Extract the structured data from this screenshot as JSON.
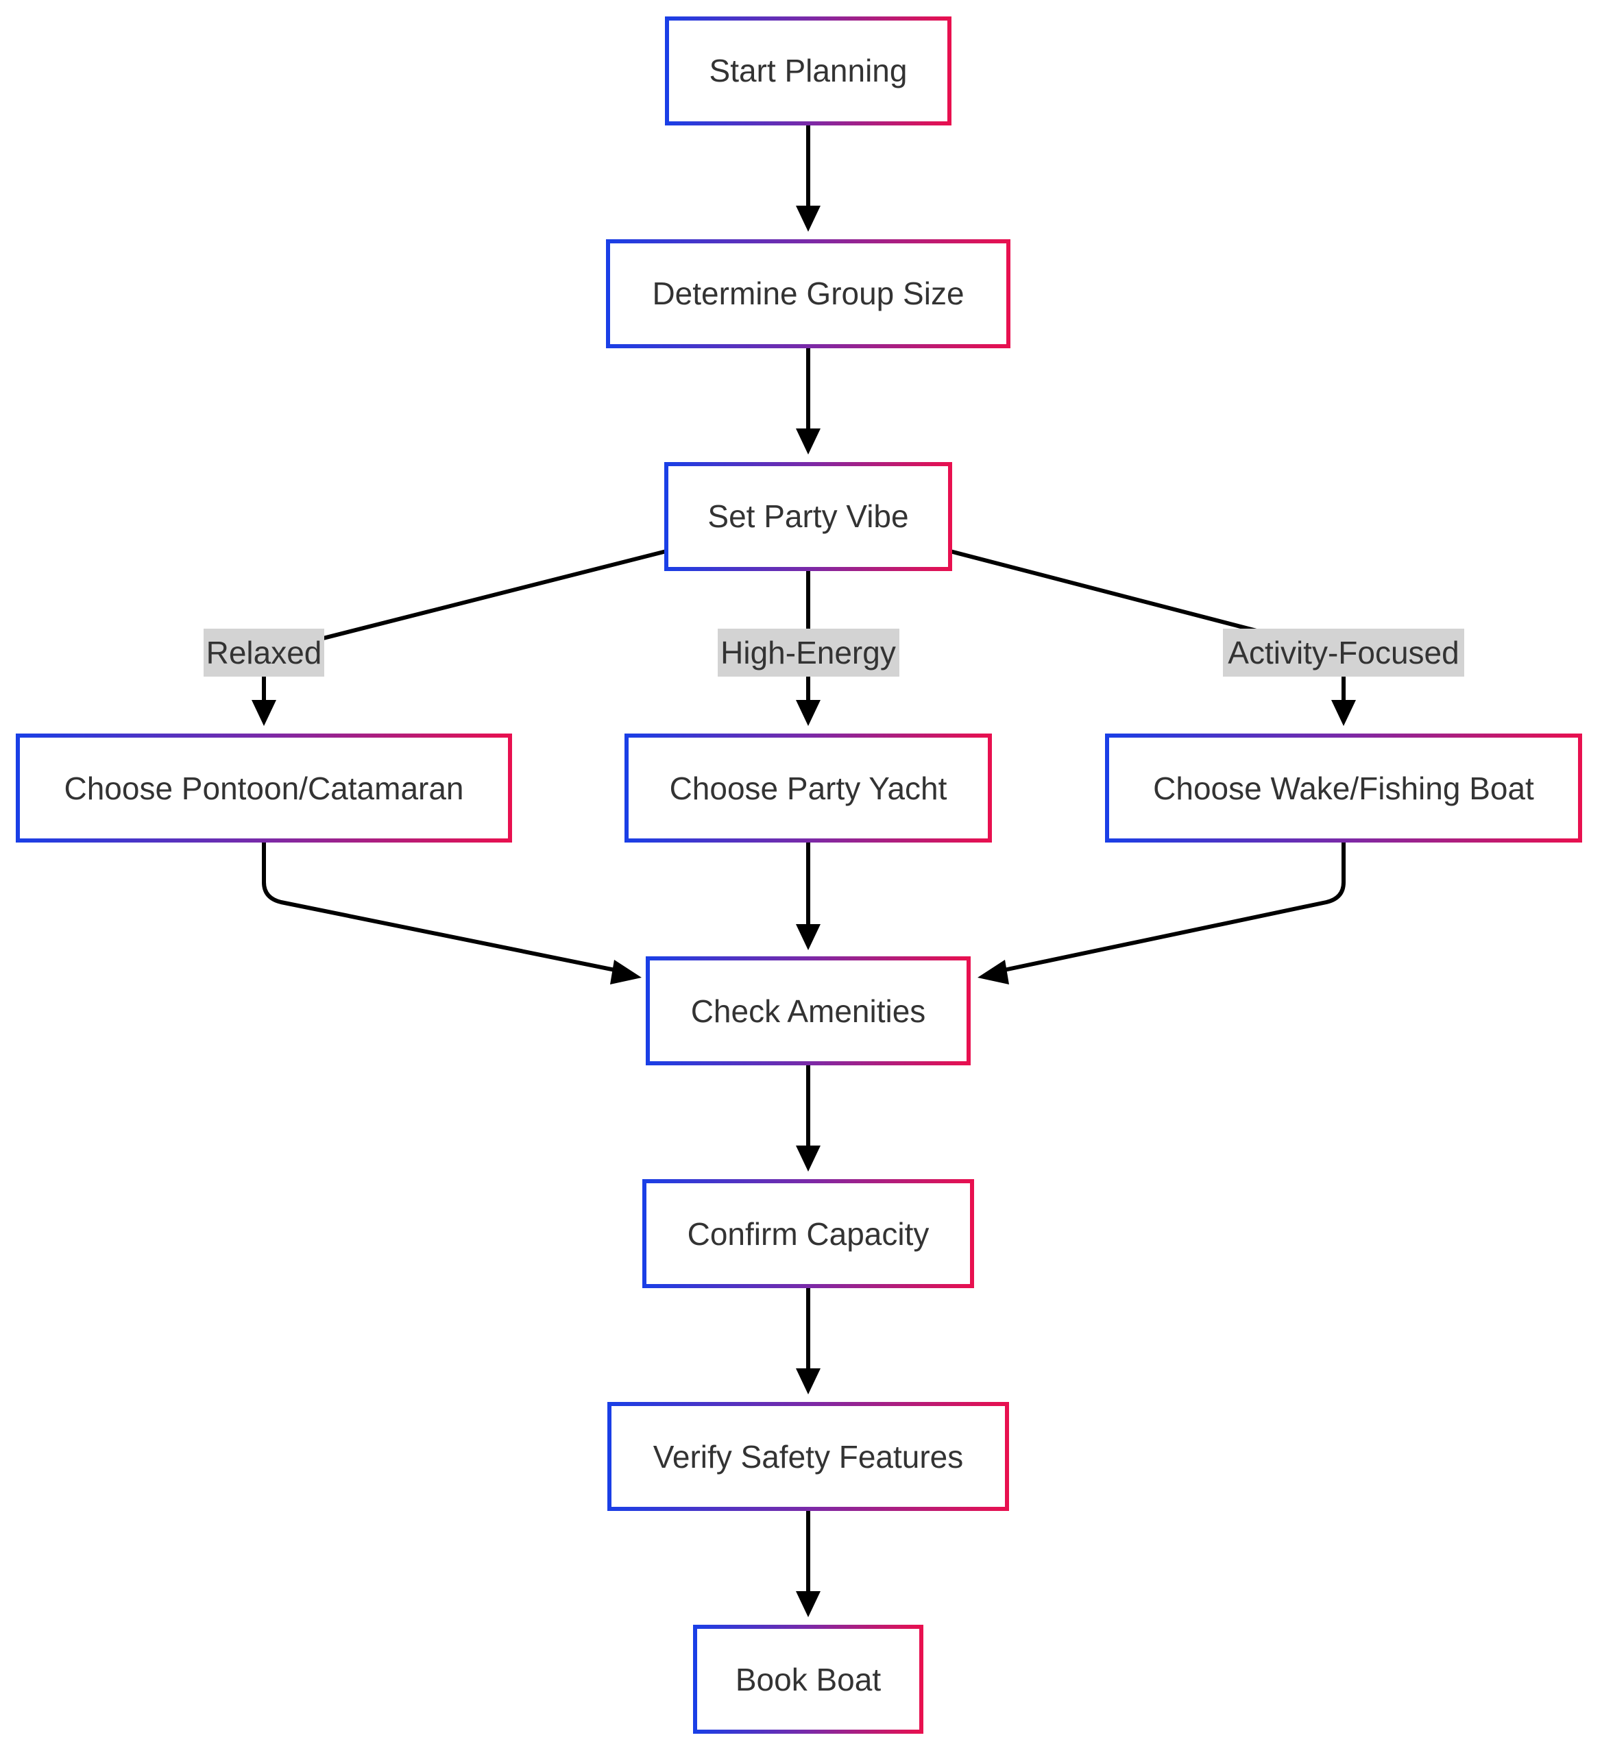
{
  "diagram": {
    "nodes": {
      "start": {
        "label": "Start Planning"
      },
      "group": {
        "label": "Determine Group Size"
      },
      "vibe": {
        "label": "Set Party Vibe"
      },
      "pontoon": {
        "label": "Choose Pontoon/Catamaran"
      },
      "yacht": {
        "label": "Choose Party Yacht"
      },
      "wake": {
        "label": "Choose Wake/Fishing Boat"
      },
      "amenities": {
        "label": "Check Amenities"
      },
      "capacity": {
        "label": "Confirm Capacity"
      },
      "safety": {
        "label": "Verify Safety Features"
      },
      "book": {
        "label": "Book Boat"
      }
    },
    "edges": [
      {
        "from": "start",
        "to": "group",
        "label": ""
      },
      {
        "from": "group",
        "to": "vibe",
        "label": ""
      },
      {
        "from": "vibe",
        "to": "pontoon",
        "label": "Relaxed"
      },
      {
        "from": "vibe",
        "to": "yacht",
        "label": "High-Energy"
      },
      {
        "from": "vibe",
        "to": "wake",
        "label": "Activity-Focused"
      },
      {
        "from": "pontoon",
        "to": "amenities",
        "label": ""
      },
      {
        "from": "yacht",
        "to": "amenities",
        "label": ""
      },
      {
        "from": "wake",
        "to": "amenities",
        "label": ""
      },
      {
        "from": "amenities",
        "to": "capacity",
        "label": ""
      },
      {
        "from": "capacity",
        "to": "safety",
        "label": ""
      },
      {
        "from": "safety",
        "to": "book",
        "label": ""
      }
    ],
    "colors": {
      "node_border_start": "#1a3fe6",
      "node_border_mid": "#7a2aa8",
      "node_border_end": "#e8104f",
      "edge": "#000000",
      "label_background": "#d3d3d3",
      "text": "#333333"
    }
  }
}
